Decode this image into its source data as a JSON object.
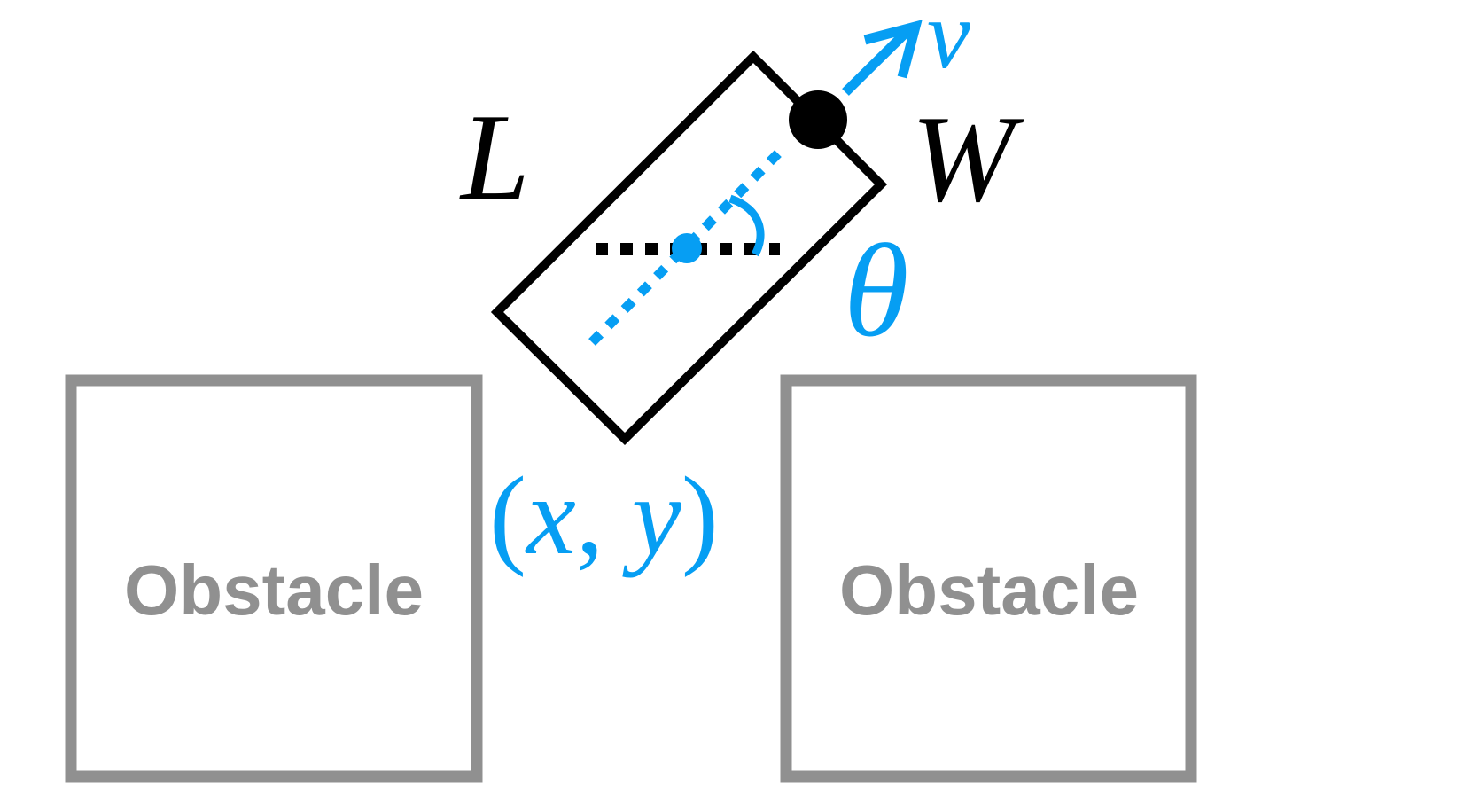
{
  "colors": {
    "accent": "#069EF3",
    "body_outline": "#000000",
    "obstacle": "#909090"
  },
  "obstacles": [
    {
      "label": "Obstacle"
    },
    {
      "label": "Obstacle"
    }
  ],
  "labels": {
    "length": "L",
    "width": "W",
    "velocity": "v",
    "heading": "θ",
    "position_open": "(",
    "position_x": "x",
    "position_sep": ", ",
    "position_y": "y",
    "position_close": ")"
  }
}
